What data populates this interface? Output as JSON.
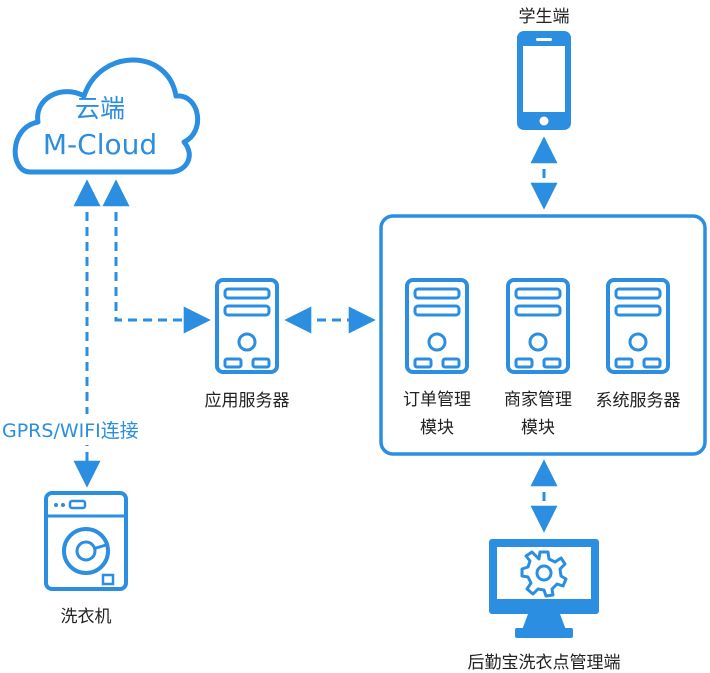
{
  "cloud": {
    "title": "云端",
    "subtitle": "M-Cloud"
  },
  "nodes": {
    "student_client": "学生端",
    "app_server": "应用服务器",
    "order_module": "订单管理\n模块",
    "merchant_module": "商家管理\n模块",
    "system_server": "系统服务器",
    "washing_machine": "洗衣机",
    "admin_client": "后勤宝洗衣点管理端"
  },
  "connection_label": "GPRS/WIFI连接",
  "colors": {
    "accent": "#2b8ee0",
    "stroke": "#2b8ee0",
    "text": "#222222",
    "background": "#ffffff"
  },
  "icons": [
    "cloud-icon",
    "phone-icon",
    "server-icon",
    "washing-machine-icon",
    "monitor-icon",
    "gear-icon"
  ]
}
